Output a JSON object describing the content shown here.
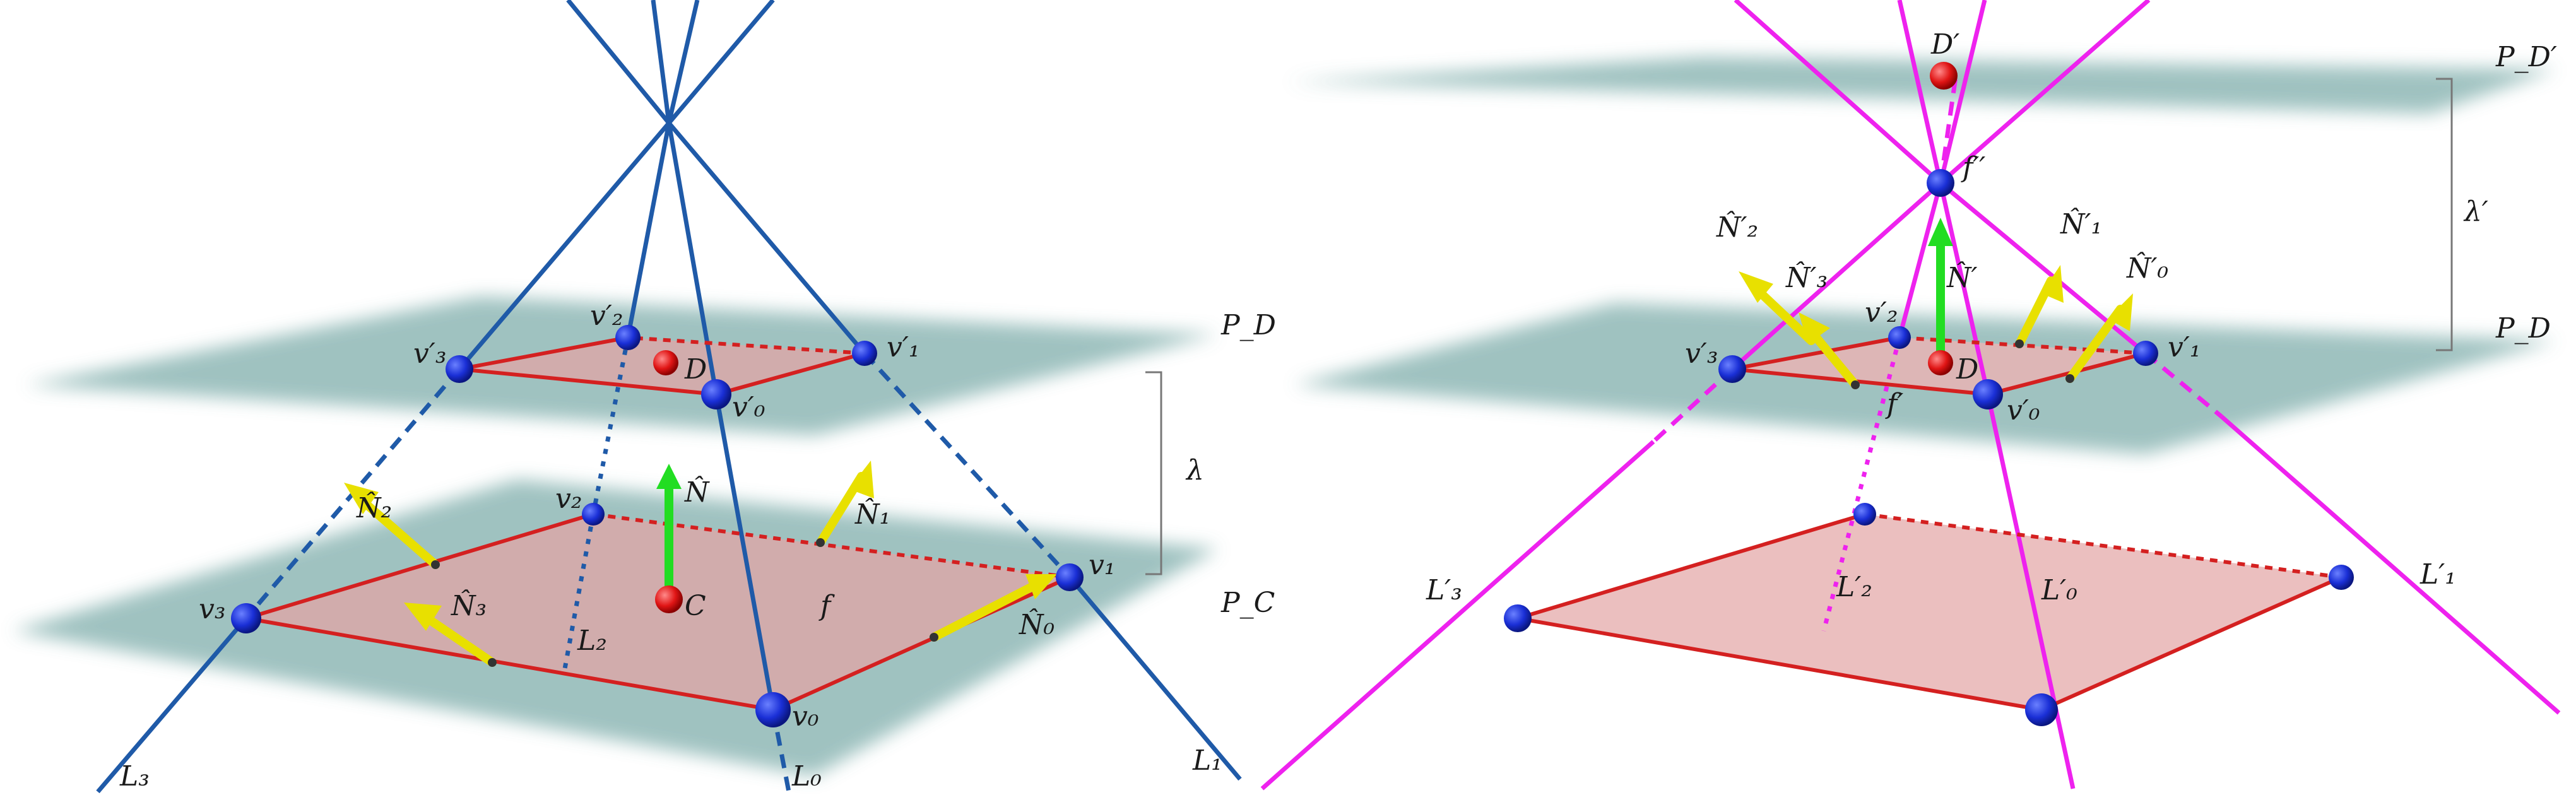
{
  "figure": {
    "left_panel": {
      "labels": {
        "v3p": "v′₃",
        "v2p": "v′₂",
        "v1p": "v′₁",
        "v0p": "v′₀",
        "D": "D",
        "v3": "v₃",
        "v2": "v₂",
        "v1": "v₁",
        "v0": "v₀",
        "N": "N̂",
        "N1": "N̂₁",
        "N2": "N̂₂",
        "N3": "N̂₃",
        "N0": "N̂₀",
        "C": "C",
        "f": "f",
        "L2": "L₂",
        "L3": "L₃",
        "L0": "L₀",
        "L1": "L₁",
        "PD": "P_D",
        "PC": "P_C",
        "lambda": "λ"
      },
      "colors": {
        "lines": "#1f5aa8",
        "plane": "#8fb8b6",
        "face": "#d9a8a8",
        "edge": "#d42020",
        "vertex": "#1a2fd6",
        "normal": "#e8e000",
        "center_normal": "#22dd22"
      }
    },
    "right_panel": {
      "labels": {
        "Dp": "D′",
        "PDp": "P_D′",
        "fpp": "f′′",
        "lambdap": "λ′",
        "PD": "P_D",
        "N2p": "N̂′₂",
        "N3p": "N̂′₃",
        "Np": "N̂′",
        "N1p": "N̂′₁",
        "N0p": "N̂′₀",
        "v2p": "v′₂",
        "v3p": "v′₃",
        "v1p": "v′₁",
        "v0p": "v′₀",
        "D": "D",
        "fp": "f′",
        "L3p": "L′₃",
        "L2p": "L′₂",
        "L0p": "L′₀",
        "L1p": "L′₁"
      },
      "colors": {
        "lines": "#ee22ee",
        "plane": "#8fb8b6",
        "face": "#e8b4b4",
        "edge": "#d42020",
        "vertex": "#1a2fd6",
        "normal": "#e8e000",
        "center_normal": "#22dd22"
      }
    }
  }
}
